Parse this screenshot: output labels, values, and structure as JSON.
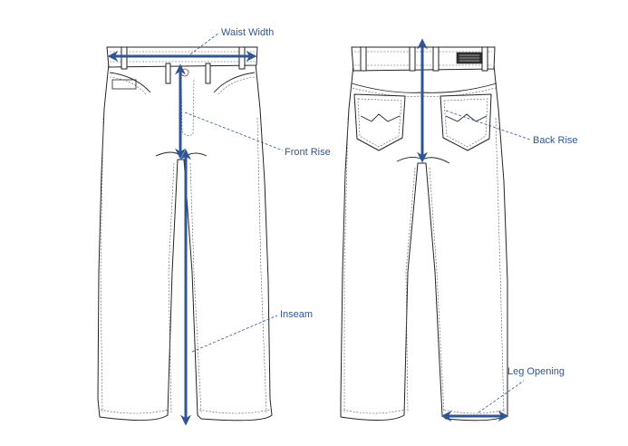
{
  "labels": {
    "waist_width": "Waist Width",
    "front_rise": "Front Rise",
    "back_rise": "Back Rise",
    "inseam": "Inseam",
    "leg_opening": "Leg Opening"
  },
  "colors": {
    "measure": "#2f5597",
    "label": "#2f5597",
    "outline": "#222222"
  },
  "icons": {
    "arrow": "double-arrow-icon"
  }
}
